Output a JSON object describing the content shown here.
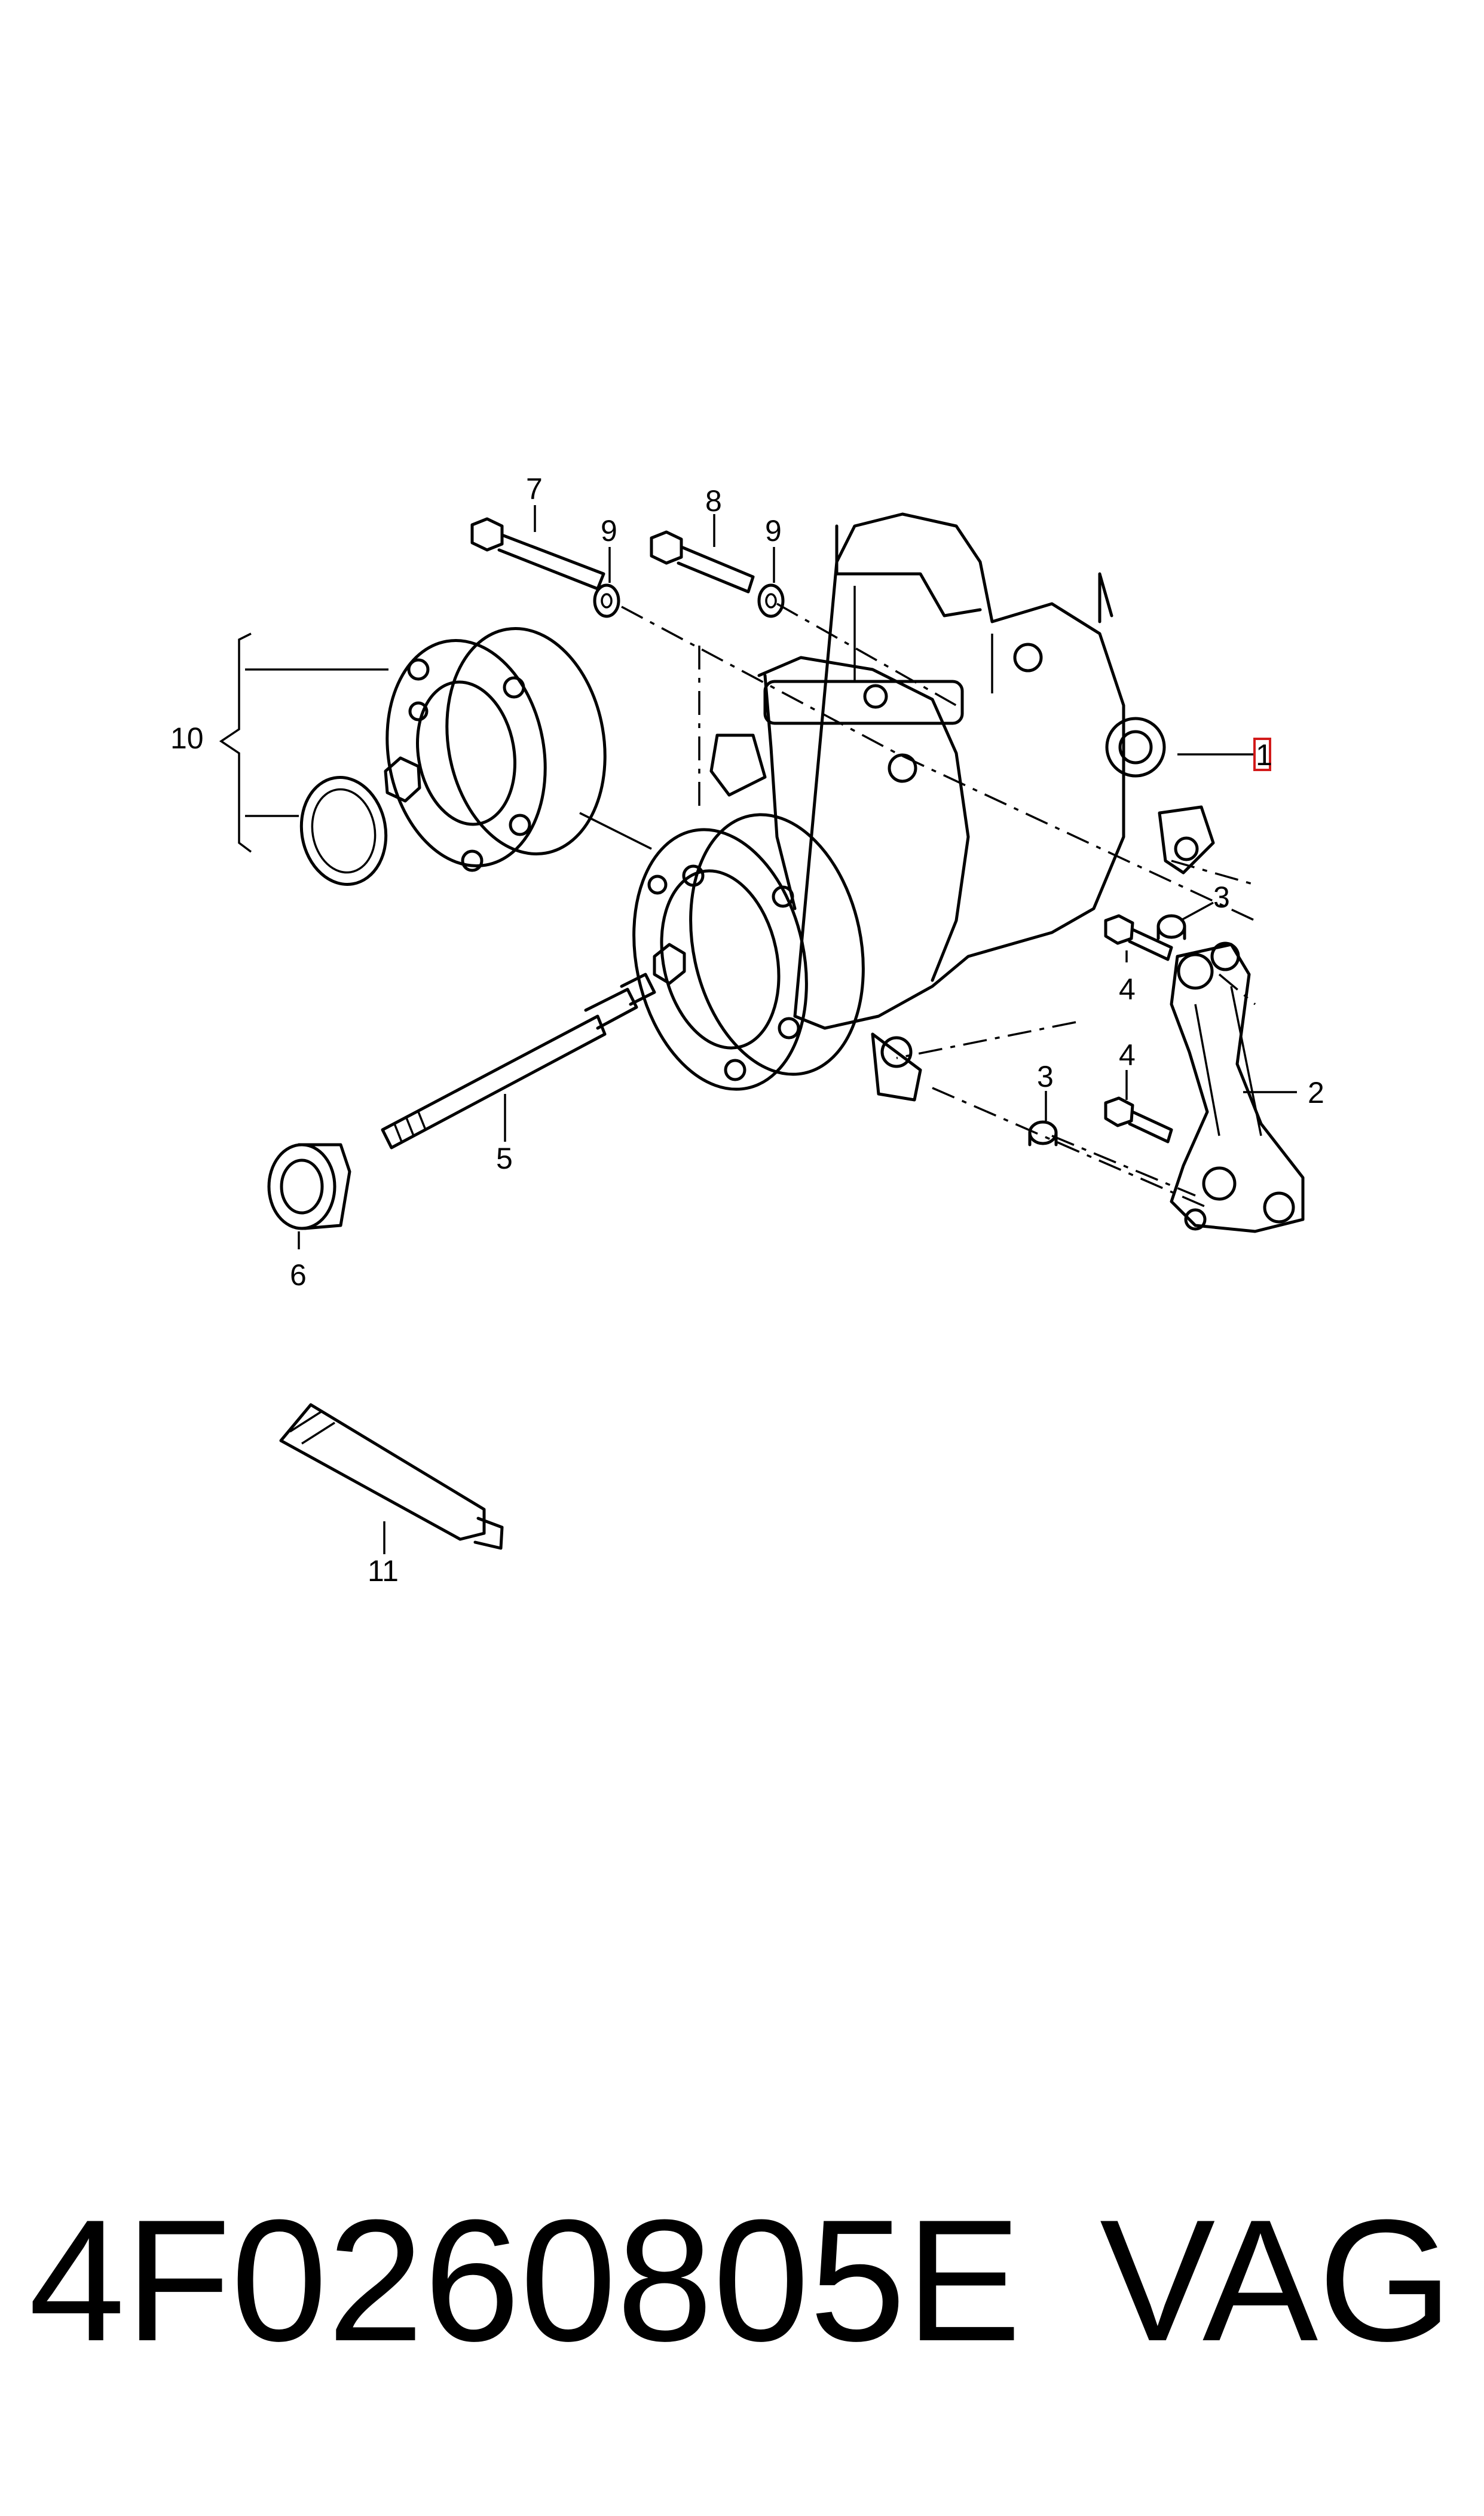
{
  "callouts": {
    "c1": "1",
    "c2": "2",
    "c3a": "3",
    "c3b": "3",
    "c4a": "4",
    "c4b": "4",
    "c5": "5",
    "c6": "6",
    "c7": "7",
    "c8": "8",
    "c9a": "9",
    "c9b": "9",
    "c10": "10",
    "c11": "11"
  },
  "footer": {
    "part_number": "4F0260805E",
    "brand": "VAG"
  },
  "colors": {
    "line": "#000000",
    "highlight_box": "#d21a1a"
  }
}
